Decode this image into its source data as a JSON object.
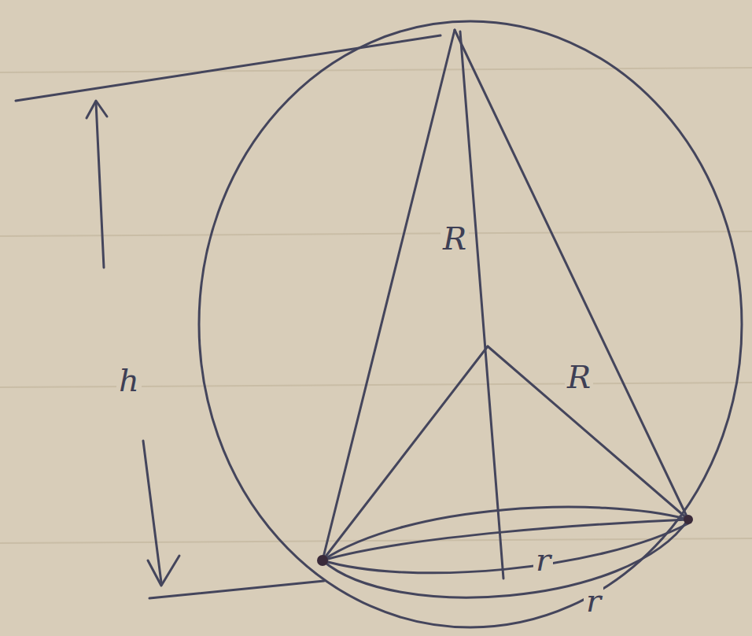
{
  "diagram": {
    "labels": [
      "h",
      "R",
      "R",
      "r",
      "r"
    ]
  }
}
